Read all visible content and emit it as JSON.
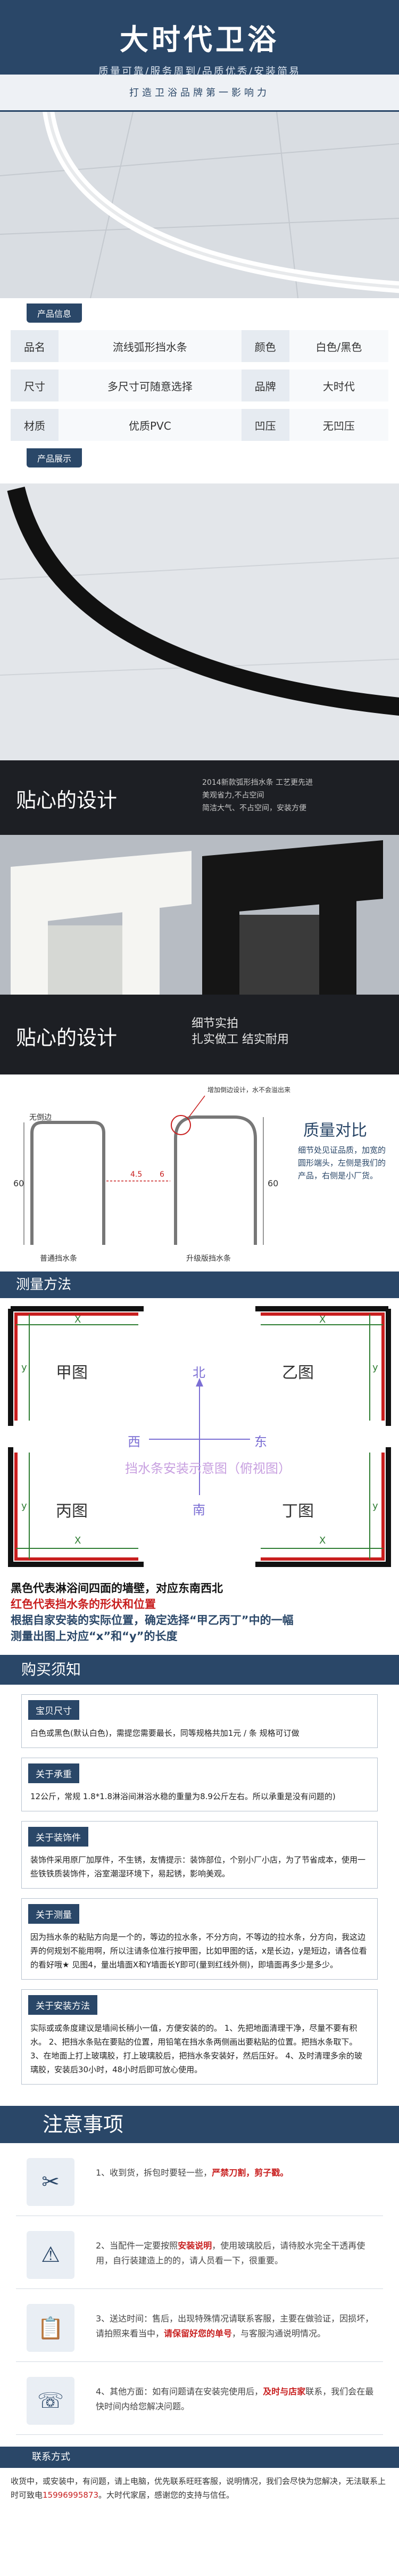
{
  "header": {
    "brand": "大时代卫浴",
    "tagline": "质量可靠/服务周到/品质优秀/安装简易",
    "strip": "打造卫浴品牌第一影响力"
  },
  "product_info": {
    "section_label": "产品信息",
    "rows": [
      {
        "k1": "品名",
        "v1": "流线弧形挡水条",
        "k2": "颜色",
        "v2": "白色/黑色"
      },
      {
        "k1": "尺寸",
        "v1": "多尺寸可随意选择",
        "k2": "品牌",
        "v2": "大时代"
      },
      {
        "k1": "材质",
        "v1": "优质PVC",
        "k2": "凹压",
        "v2": "无凹压"
      }
    ]
  },
  "product_display": {
    "section_label": "产品展示"
  },
  "detail1": {
    "title": "贴心的设计",
    "notes": [
      "2014新款弧形挡水条 工艺更先进",
      "美观省力,不占空间",
      "简洁大气、不占空间，安装方便"
    ]
  },
  "detail2": {
    "title": "贴心的设计",
    "sub1": "细节实拍",
    "sub2": "扎实做工 结实耐用"
  },
  "compare": {
    "title": "质量对比",
    "text": "细节处见证品质，加宽的圆形端头，左侧是我们的产品，右侧是小厂货。",
    "cap_left": "普通挡水条",
    "cap_right": "升级版挡水条",
    "label_left": "无倒边",
    "label_right": "增加倒边设计，水不会溢出来",
    "dim_h": "60",
    "dim_w": "4.5",
    "dim_w2": "6"
  },
  "measure": {
    "title": "测量方法",
    "n": "北",
    "s": "南",
    "e": "东",
    "w": "西",
    "center": "挡水条安装示意图（俯视图）",
    "q1": "甲图",
    "q2": "乙图",
    "q3": "丙图",
    "q4": "丁图",
    "x": "X",
    "y": "y",
    "note1": "黑色代表淋浴间四面的墙壁，对应东南西北",
    "note2": "红色代表挡水条的形状和位置",
    "note3": "根据自家安装的实际位置，确定选择“甲乙丙丁”中的一幅",
    "note4": "测量出图上对应“x”和“y”的长度"
  },
  "buy": {
    "title": "购买须知",
    "boxes": [
      {
        "head": "宝贝尺寸",
        "body": "白色或黑色(默认白色)，需提您需要最长，同等规格共加1元 / 条    规格可订做"
      },
      {
        "head": "关于承重",
        "body": "12公斤，常规 1.8*1.8淋浴间淋浴水稳的重量为8.9公斤左右。所以承重是没有问题的)"
      },
      {
        "head": "关于装饰件",
        "body": "装饰件采用原厂加厚件，不生锈，友情提示：装饰部位，个别小厂小店，为了节省成本，使用一些铁铁质装饰件，浴室潮湿环境下，易起锈，影响美观。"
      },
      {
        "head": "关于测量",
        "body": "因为挡水条的粘贴方向是一个的，等边的拉水条，不分方向，不等边的拉水条，分方向，我这边弄的何规划不能用啊，所以注请条位准行按甲图，比如甲图的话，x是长边，y是短边，请各位看的看好哦★ 见图4，量出墙面X和Y墙面长Y即可(量到红线外侧)，即墙面再多少是多少。"
      },
      {
        "head": "关于安装方法",
        "body": "实际或或条度建议是墙间长稍小一值，方便安装的的。 1、先把地面清理干净，尽量不要有积水。 2、把挡水条贴在要贴的位置，用铅笔在挡水条两侧画出要粘贴的位置。把挡水条取下。 3、在地面上打上玻璃胶，打上玻璃胶后，把挡水条安装好，然后压好。 4、及时清理多余的玻璃胶，安装后30小时，48小时后即可放心使用。"
      }
    ]
  },
  "notice": {
    "title": "注意事项",
    "items": [
      {
        "icon": "✂",
        "text_a": "1、收到货，拆包时要轻一些，",
        "red": "严禁刀割，剪子戳。",
        "text_b": ""
      },
      {
        "icon": "⚠",
        "text_a": "2、当配件一定要按照",
        "red": "安装说明",
        "text_b": "，使用玻璃胶后，请待胶水完全干透再使用，自行装建造上的的，请人员看一下，很重要。"
      },
      {
        "icon": "📋",
        "text_a": "3、送达时间：售后，出现特殊情况请联系客服，主要在做验证，因损坏，请拍照来看当中，",
        "red": "请保留好您的单号",
        "text_b": "，与客服沟通说明情况。"
      },
      {
        "icon": "☏",
        "text_a": "4、其他方面：如有问题请在安装完使用后，",
        "red": "及时与店家",
        "text_b": "联系，我们会在最快时间内给您解决问题。"
      }
    ]
  },
  "contact": {
    "title": "联系方式",
    "text_a": "收货中，或安装中，有问题，请上电脑，优先联系旺旺客服，说明情况，我们会尽快为您解决，无法联系上时可致电",
    "phone": "15996995873",
    "text_b": "。大时代家居，感谢您的支持与信任。"
  }
}
